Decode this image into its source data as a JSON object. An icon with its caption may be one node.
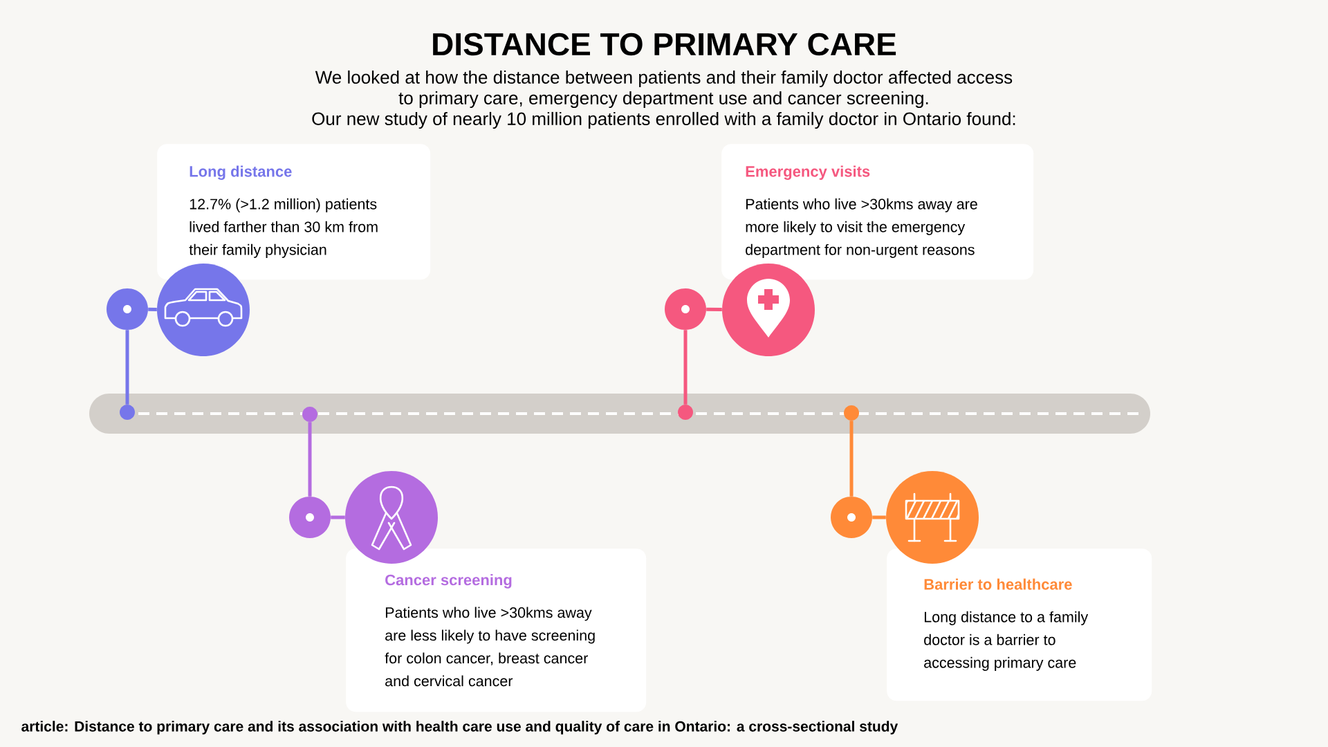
{
  "diagram": {
    "title": "DISTANCE TO PRIMARY CARE",
    "caption": "article: Distance to primary care and its association with health care use and quality of care in Ontario: a cross-sectional study",
    "nodes": [
      {
        "text": [
          "Long distance",
          "12.7% (>1.2 million) patients lived farther than 30 km from their family physician"
        ]
      },
      {
        "text": [
          "Emergency visits",
          "Patients who live >30kms away are more likely to visit the emergency department for non-urgent reasons"
        ]
      },
      {
        "text": [
          "Cancer screening",
          "Patients who live >30kms away are less likely to have screening for colon cancer, breast cancer and cervical cancer"
        ]
      },
      {
        "text": [
          "Barrier to healthcare",
          "Long distance to a family doctor is a barrier to accessing primary care"
        ]
      },
      {
        "text": [],
        "shape": "picture"
      },
      {
        "text": [],
        "shape": "picture"
      },
      {
        "text": [],
        "shape": "picture"
      },
      {
        "text": [],
        "shape": "picture"
      },
      {
        "text": [],
        "shape": "circle"
      },
      {
        "text": [],
        "shape": "circle"
      },
      {
        "text": [],
        "shape": "circle"
      },
      {
        "text": [],
        "shape": "circle"
      },
      {
        "text": [],
        "shape": "circle"
      },
      {
        "text": [],
        "shape": "circle"
      },
      {
        "text": [],
        "shape": "circle"
      },
      {
        "text": [],
        "shape": "circle"
      }
    ],
    "edges": [
      {
        "from": 8,
        "to": 4,
        "arrow": "none",
        "color": "#7676ea"
      },
      {
        "from": 8,
        "to": 12,
        "arrow": "none",
        "color": "#7676ea"
      },
      {
        "from": 10,
        "to": 6,
        "arrow": "none",
        "color": "#b46ce0"
      },
      {
        "from": 10,
        "to": 13,
        "arrow": "none",
        "color": "#b46ce0"
      },
      {
        "from": 9,
        "to": 5,
        "arrow": "none",
        "color": "#f5587f"
      },
      {
        "from": 9,
        "to": 14,
        "arrow": "none",
        "color": "#f5587f"
      },
      {
        "from": 11,
        "to": 7,
        "arrow": "none",
        "color": "#ff8a38"
      },
      {
        "from": 11,
        "to": 15,
        "arrow": "none",
        "color": "#ff8a38"
      }
    ],
    "labels": [
      "We looked at how the distance between patients and their family doctor affected access to primary care, emergency department use and cancer screening.",
      "Our new study of nearly 10 million patients enrolled with a family doctor in Ontario found:"
    ]
  }
}
